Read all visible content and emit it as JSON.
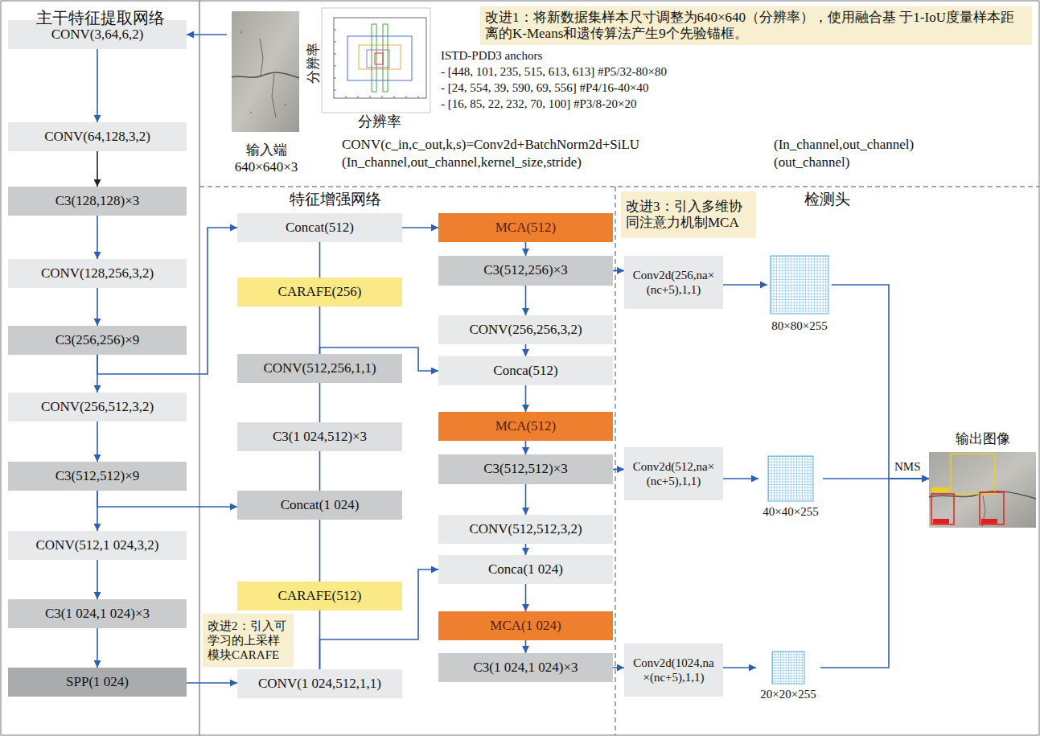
{
  "diagram": {
    "nodes": [
      {
        "text": [
          "主干特征提取网络"
        ]
      },
      {
        "text": [
          "CONV(3,64,6,2)"
        ],
        "in": 0
      },
      {
        "text": [
          "CONV(64,128,3,2)"
        ],
        "in": 0
      },
      {
        "text": [
          "C3(128,128)×3"
        ],
        "in": 0
      },
      {
        "text": [
          "CONV(128,256,3,2)"
        ],
        "in": 0
      },
      {
        "text": [
          "C3(256,256)×9"
        ],
        "in": 0
      },
      {
        "text": [
          "CONV(256,512,3,2)"
        ],
        "in": 0
      },
      {
        "text": [
          "C3(512,512)×9"
        ],
        "in": 0
      },
      {
        "text": [
          "CONV(512,1 024,3,2)"
        ],
        "in": 0
      },
      {
        "text": [
          "C3(1 024,1 024)×3"
        ],
        "in": 0
      },
      {
        "text": [
          "SPP(1 024)"
        ],
        "in": 0
      },
      {
        "text": [
          "输入端 640×640×3"
        ]
      },
      {
        "text": [
          "改进1：将新数据集样本尺寸调整为640×640（分辨率），使用融合基 于1-IoU度量样本距离的K-Means和遗传算法产生9个先验锚框。"
        ]
      },
      {
        "text": [
          "特征增强网络"
        ]
      },
      {
        "text": [
          "Concat(512)"
        ],
        "in": 13
      },
      {
        "text": [
          "CARAFE(256)"
        ],
        "in": 13
      },
      {
        "text": [
          "CONV(512,256,1,1)"
        ],
        "in": 13
      },
      {
        "text": [
          "C3(1 024,512)×3"
        ],
        "in": 13
      },
      {
        "text": [
          "Concat(1 024)"
        ],
        "in": 13
      },
      {
        "text": [
          "CARAFE(512)"
        ],
        "in": 13
      },
      {
        "text": [
          "改进2：引入可 学习的上采样 模块CARAFE"
        ],
        "in": 13
      },
      {
        "text": [
          "CONV(1 024,512,1,1)"
        ],
        "in": 13
      },
      {
        "text": [
          "MCA(512)"
        ],
        "in": 13
      },
      {
        "text": [
          "C3(512,256)×3"
        ],
        "in": 13
      },
      {
        "text": [
          "CONV(256,256,3,2)"
        ],
        "in": 13
      },
      {
        "text": [
          "Conca(512)"
        ],
        "in": 13
      },
      {
        "text": [
          "MCA(512)"
        ],
        "in": 13
      },
      {
        "text": [
          "C3(512,512)×3"
        ],
        "in": 13
      },
      {
        "text": [
          "CONV(512,512,3,2)"
        ],
        "in": 13
      },
      {
        "text": [
          "Conca(1 024)"
        ],
        "in": 13
      },
      {
        "text": [
          "MCA(1 024)"
        ],
        "in": 13
      },
      {
        "text": [
          "C3(1 024,1 024)×3"
        ],
        "in": 13
      },
      {
        "text": [
          "检测头"
        ]
      },
      {
        "text": [
          "改进3：引入多维协 同注意力机制MCA"
        ],
        "in": 32
      },
      {
        "text": [
          "Conv2d(256,na× (nc+5),1,1)"
        ],
        "in": 32
      },
      {
        "text": [
          "80×80×255"
        ],
        "in": 32
      },
      {
        "text": [
          "Conv2d(512,na× (nc+5),1,1)"
        ],
        "in": 32
      },
      {
        "text": [
          "40×40×255"
        ],
        "in": 32
      },
      {
        "text": [
          "Conv2d(1024,na ×(nc+5),1,1)"
        ],
        "in": 32
      },
      {
        "text": [
          "20×20×255"
        ],
        "in": 32
      },
      {
        "text": [
          "输出图像"
        ],
        "in": 32
      }
    ],
    "edges": [
      {
        "from": 11,
        "to": 1,
        "arrow": "to"
      },
      {
        "from": 1,
        "to": 2,
        "arrow": "to"
      },
      {
        "from": 2,
        "to": 3,
        "arrow": "to"
      },
      {
        "from": 3,
        "to": 4,
        "arrow": "to"
      },
      {
        "from": 4,
        "to": 5,
        "arrow": "to"
      },
      {
        "from": 5,
        "to": 6,
        "arrow": "to"
      },
      {
        "from": 6,
        "to": 7,
        "arrow": "to"
      },
      {
        "from": 7,
        "to": 8,
        "arrow": "to"
      },
      {
        "from": 8,
        "to": 9,
        "arrow": "to"
      },
      {
        "from": 9,
        "to": 10,
        "arrow": "to"
      },
      {
        "from": 5,
        "to": 14,
        "arrow": "to"
      },
      {
        "from": 7,
        "to": 18,
        "arrow": "to"
      },
      {
        "from": 10,
        "to": 21,
        "arrow": "to"
      },
      {
        "from": 21,
        "to": 19,
        "arrow": "none"
      },
      {
        "from": 19,
        "to": 18,
        "arrow": "none"
      },
      {
        "from": 18,
        "to": 17,
        "arrow": "none"
      },
      {
        "from": 17,
        "to": 16,
        "arrow": "none"
      },
      {
        "from": 16,
        "to": 15,
        "arrow": "none"
      },
      {
        "from": 15,
        "to": 14,
        "arrow": "none"
      },
      {
        "from": 16,
        "to": 25,
        "arrow": "to"
      },
      {
        "from": 21,
        "to": 29,
        "arrow": "to"
      },
      {
        "from": 14,
        "to": 22,
        "arrow": "to"
      },
      {
        "from": 22,
        "to": 23,
        "arrow": "to"
      },
      {
        "from": 23,
        "to": 24,
        "arrow": "to"
      },
      {
        "from": 24,
        "to": 25,
        "arrow": "to"
      },
      {
        "from": 25,
        "to": 26,
        "arrow": "to"
      },
      {
        "from": 26,
        "to": 27,
        "arrow": "to"
      },
      {
        "from": 27,
        "to": 28,
        "arrow": "to"
      },
      {
        "from": 28,
        "to": 29,
        "arrow": "to"
      },
      {
        "from": 29,
        "to": 30,
        "arrow": "to"
      },
      {
        "from": 30,
        "to": 31,
        "arrow": "to"
      },
      {
        "from": 23,
        "to": 34,
        "arrow": "to"
      },
      {
        "from": 27,
        "to": 36,
        "arrow": "to"
      },
      {
        "from": 31,
        "to": 38,
        "arrow": "to"
      },
      {
        "from": 34,
        "to": 35,
        "arrow": "to"
      },
      {
        "from": 36,
        "to": 37,
        "arrow": "to"
      },
      {
        "from": 38,
        "to": 39,
        "arrow": "to"
      },
      {
        "from": 35,
        "to": 40,
        "arrow": "to"
      },
      {
        "from": 37,
        "to": 40,
        "arrow": "to"
      },
      {
        "from": 39,
        "to": 40,
        "arrow": "to"
      }
    ],
    "labels": [
      "ISTD-PDD3 anchors",
      "- [448, 101, 235, 515, 613, 613] #P5/32-80×80",
      "- [24, 554, 39, 590, 69, 556] #P4/16-40×40",
      "- [16, 85, 22, 232, 70, 100] #P3/8-20×20",
      "分辨率",
      "分辨率",
      "CONV(c_in,c_out,k,s)=Conv2d+BatchNorm2d+SiLU",
      "(In_channel,out_channel,kernel_size,stride)",
      "(In_channel,out_channel)",
      "(out_channel)",
      "NMS"
    ]
  }
}
